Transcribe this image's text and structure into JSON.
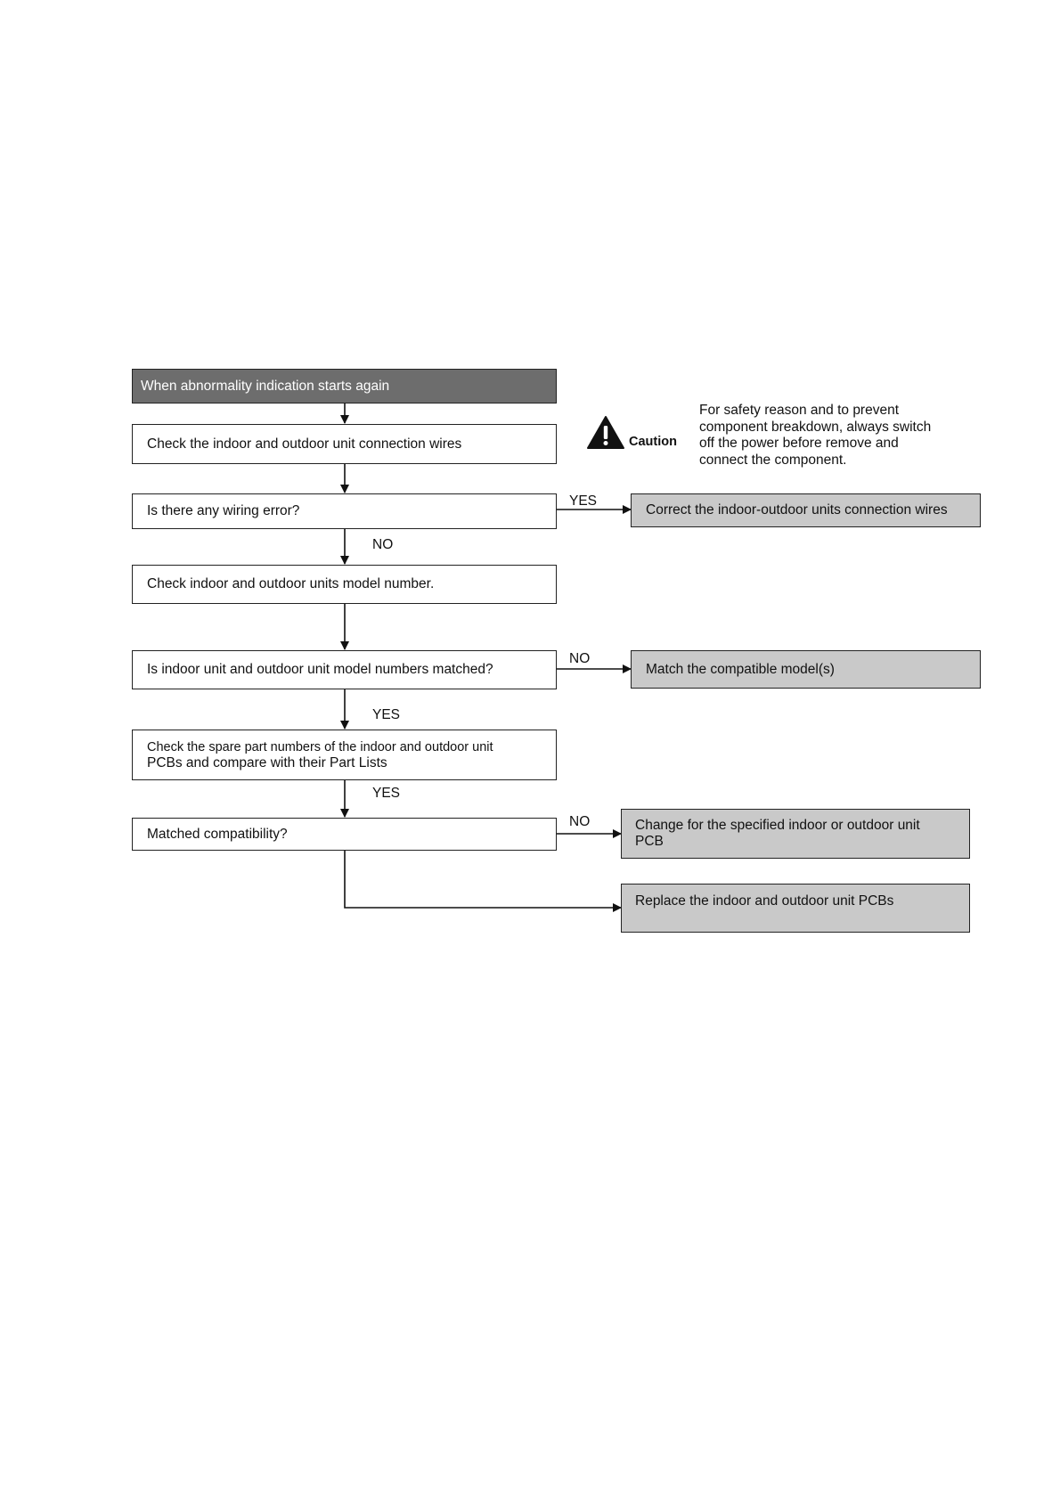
{
  "flowchart": {
    "start": "When abnormality indication starts again",
    "step_check_wires": "Check the indoor and outdoor unit connection wires",
    "q_wiring_error": "Is there any wiring error?",
    "step_check_model": "Check indoor and outdoor units model number.",
    "q_model_matched": "Is indoor unit and outdoor unit model numbers matched?",
    "step_check_spare_line1": "Check the spare part numbers of the indoor and outdoor unit",
    "step_check_spare_line2": "PCBs and compare with their Part Lists",
    "q_compatibility": "Matched compatibility?",
    "result_correct_wires": "Correct the indoor-outdoor units connection wires",
    "result_match_model": "Match the compatible model(s)",
    "result_change_pcb_line1": "Change for the specified indoor or outdoor unit",
    "result_change_pcb_line2": "PCB",
    "result_replace_pcbs": "Replace the indoor and outdoor unit PCBs",
    "labels": {
      "yes_wiring": "YES",
      "no_wiring": "NO",
      "no_model": "NO",
      "yes_model": "YES",
      "yes_spare": "YES",
      "no_compat": "NO"
    }
  },
  "caution": {
    "title": "Caution",
    "icon": "warning-triangle-icon",
    "lines": [
      "For safety reason and to prevent",
      "component breakdown, always switch",
      "off the power before remove and",
      "connect the component."
    ]
  }
}
